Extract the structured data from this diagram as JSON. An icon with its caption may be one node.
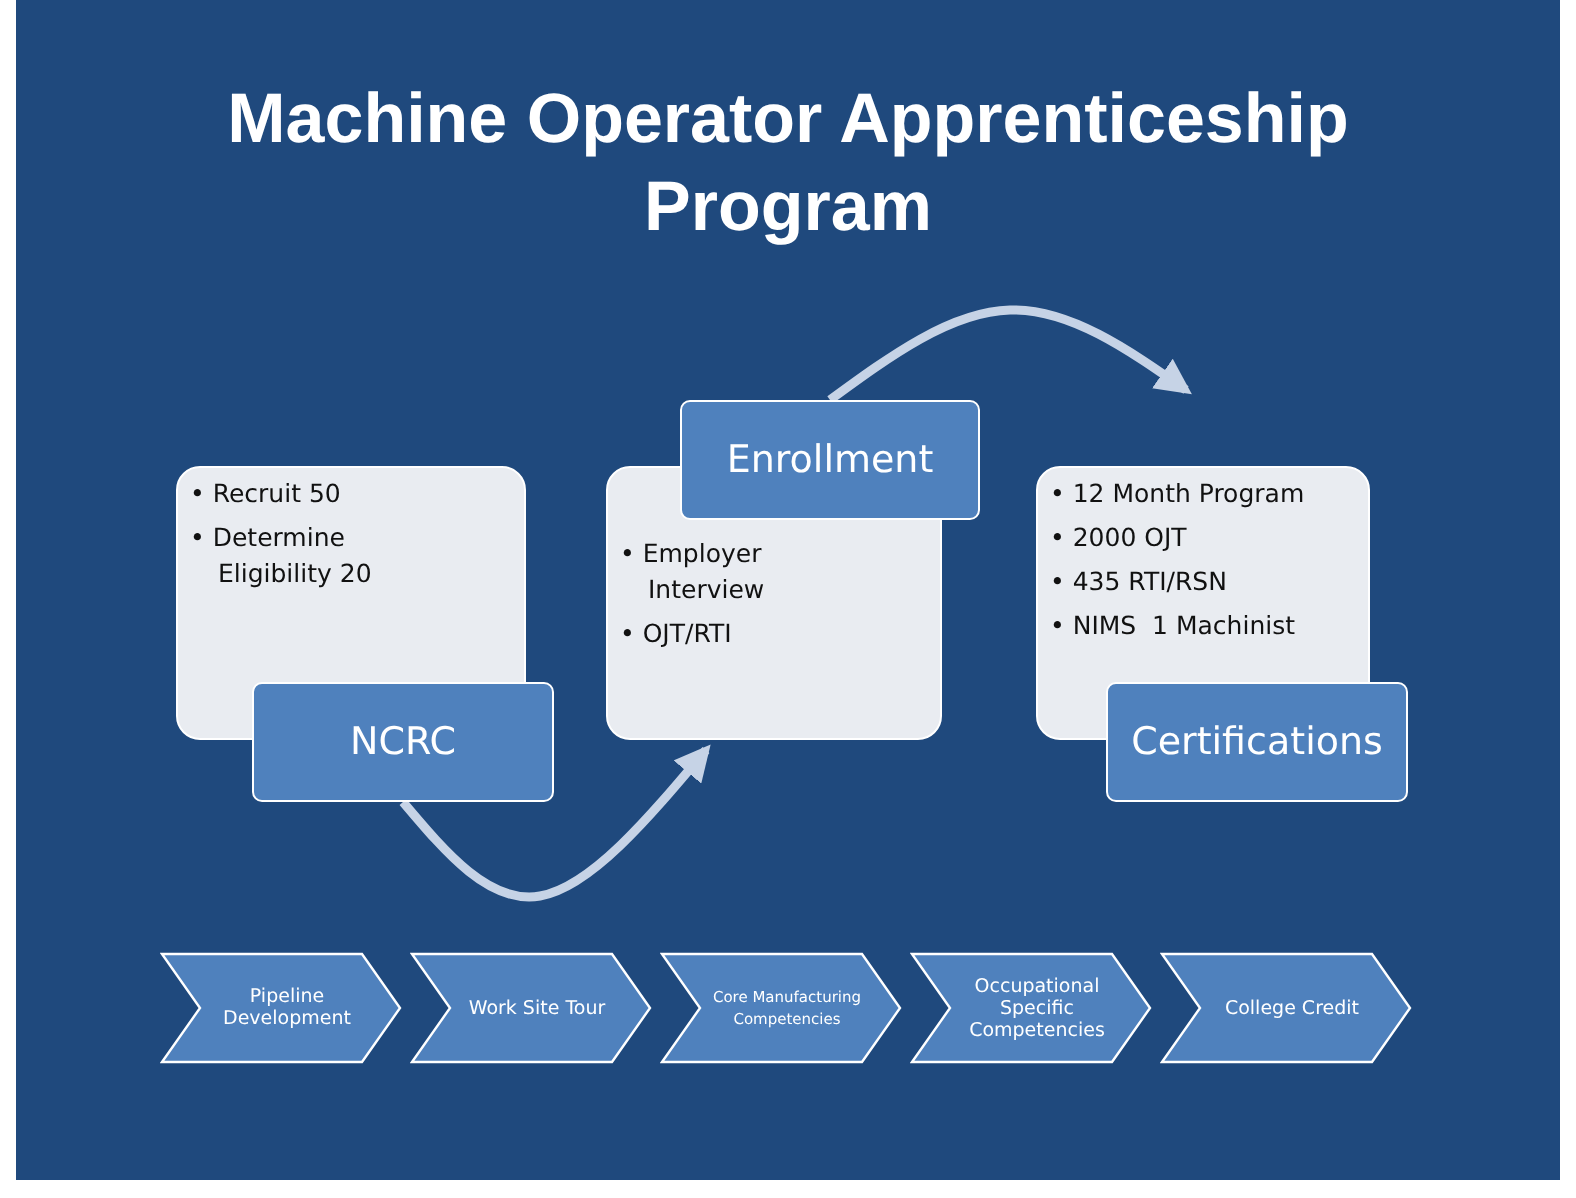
{
  "diagram": {
    "title": "Machine Operator Apprenticeship Program",
    "nodes": [
      {
        "text": [
          "• Recruit 50",
          "• Determine Eligibility 20"
        ]
      },
      {
        "text": [
          "NCRC"
        ]
      },
      {
        "text": [
          "• Employer Interview",
          "• OJT/RTI"
        ]
      },
      {
        "text": [
          "Enrollment"
        ]
      },
      {
        "text": [
          "• 12 Month Program",
          "• 2000 OJT",
          "• 435 RTI/RSN",
          "• NIMS  1 Machinist"
        ]
      },
      {
        "text": [
          "Certifications"
        ]
      },
      {
        "text": [
          "Pipeline Development"
        ]
      },
      {
        "text": [
          "Work Site Tour"
        ]
      },
      {
        "text": [
          "Core Manufacturing Competencies"
        ]
      },
      {
        "text": [
          "Occupational Specific Competencies"
        ]
      },
      {
        "text": [
          "College Credit"
        ]
      }
    ],
    "edges": [
      {
        "from": 1,
        "to": 2,
        "arrow": "to"
      },
      {
        "from": 3,
        "to": 4,
        "arrow": "to"
      }
    ]
  }
}
